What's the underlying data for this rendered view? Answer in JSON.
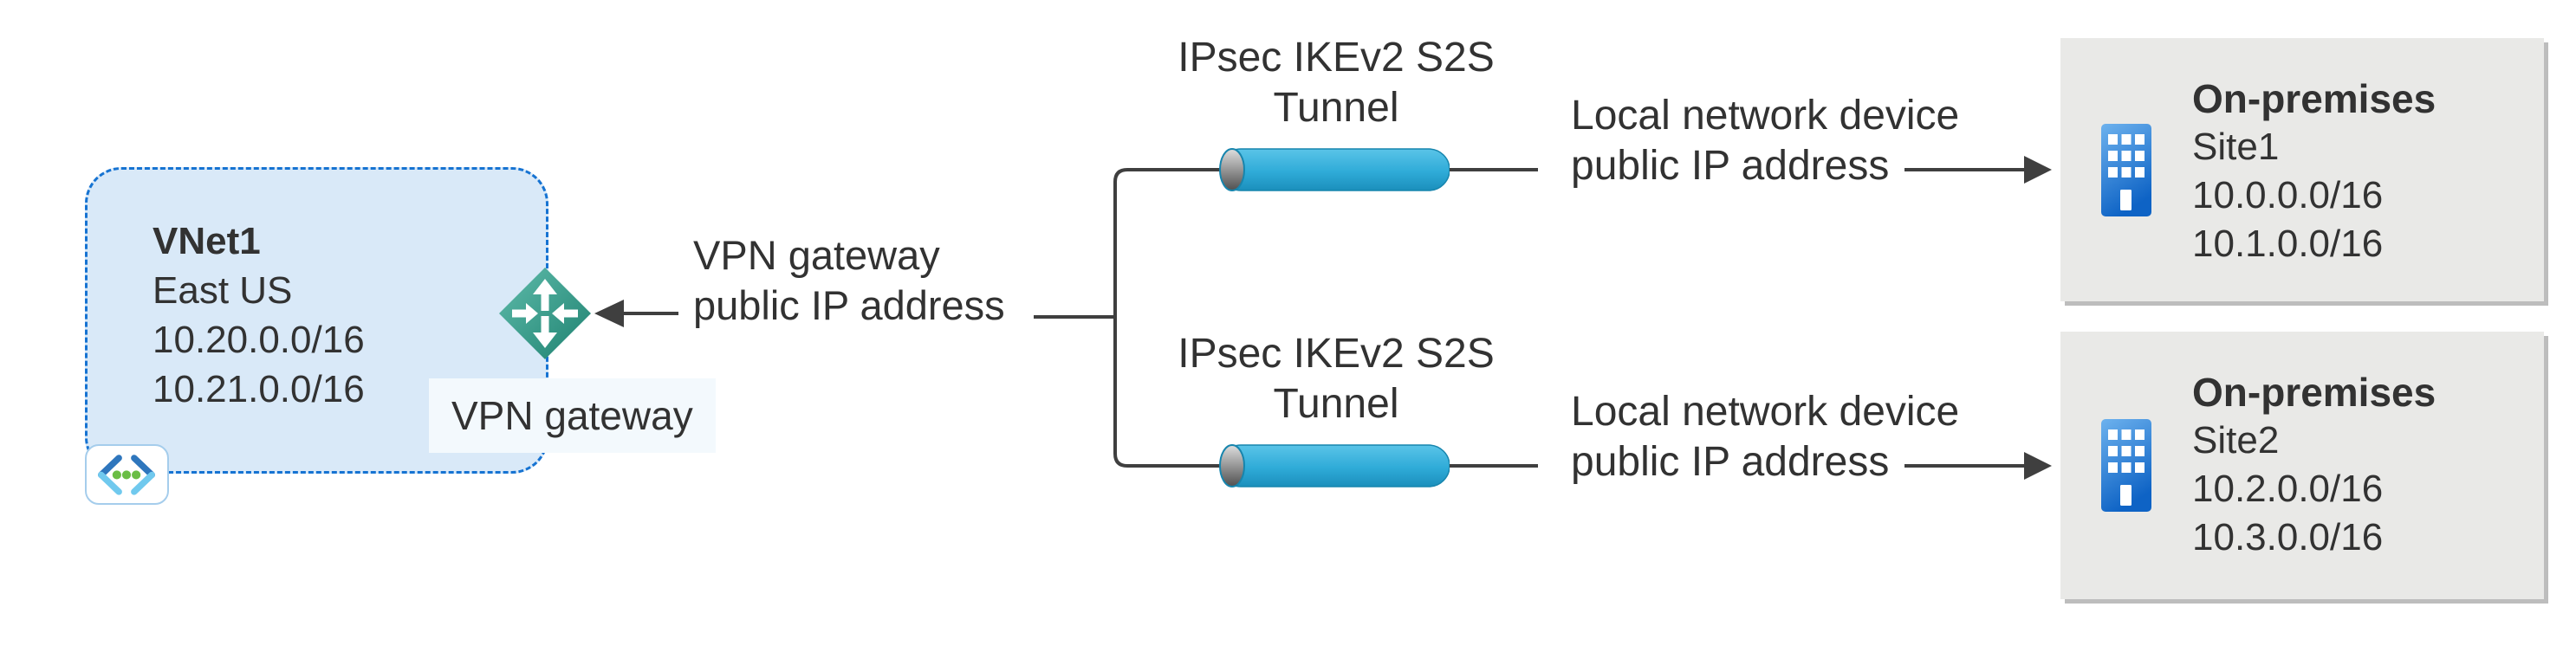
{
  "vnet": {
    "name": "VNet1",
    "region": "East US",
    "prefix1": "10.20.0.0/16",
    "prefix2": "10.21.0.0/16",
    "gateway_label": "VPN gateway"
  },
  "gateway_annotation": {
    "line1": "VPN gateway",
    "line2": "public IP address"
  },
  "tunnels": [
    {
      "line1": "IPsec IKEv2 S2S",
      "line2": "Tunnel"
    },
    {
      "line1": "IPsec IKEv2 S2S",
      "line2": "Tunnel"
    }
  ],
  "device_annotations": [
    {
      "line1": "Local network device",
      "line2": "public IP address"
    },
    {
      "line1": "Local network device",
      "line2": "public IP address"
    }
  ],
  "sites": [
    {
      "title": "On-premises",
      "name": "Site1",
      "prefix1": "10.0.0.0/16",
      "prefix2": "10.1.0.0/16"
    },
    {
      "title": "On-premises",
      "name": "Site2",
      "prefix1": "10.2.0.0/16",
      "prefix2": "10.3.0.0/16"
    }
  ],
  "colors": {
    "vnet_fill": "#d9e9f8",
    "vnet_border_blue": "#1673d2",
    "tunnel_blue": "#2fabd8",
    "gateway_diamond_teal": "#2a9382",
    "building_blue": "#1063c4",
    "site_box_gray": "#e9e9e7",
    "connector_gray": "#3f3f3f",
    "text_gray": "#323232",
    "vnet_icon_green": "#6abd45"
  }
}
